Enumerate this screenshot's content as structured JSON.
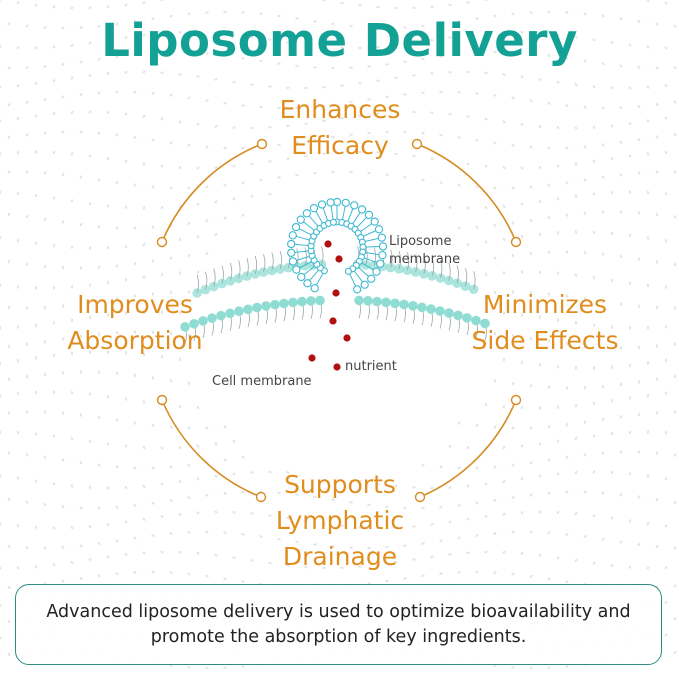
{
  "title": "Liposome Delivery",
  "colors": {
    "title": "#13a196",
    "benefit_text": "#e08d1e",
    "arc": "#d68b22",
    "liposome": "#3db8d0",
    "membrane_head": "#8fdcd2",
    "nutrient": "#b01010",
    "border": "#2e8b84"
  },
  "benefits": {
    "top": [
      "Enhances",
      "Efficacy"
    ],
    "left": [
      "Improves",
      "Absorption"
    ],
    "right": [
      "Minimizes",
      "Side Effects"
    ],
    "bottom": [
      "Supports",
      "Lymphatic",
      "Drainage"
    ]
  },
  "diagram_labels": {
    "liposome": [
      "Liposome",
      "membrane"
    ],
    "cell_membrane": "Cell membrane",
    "nutrient": "nutrient"
  },
  "description": "Advanced liposome delivery is used to optimize bioavailability and promote the absorption of key ingredients."
}
